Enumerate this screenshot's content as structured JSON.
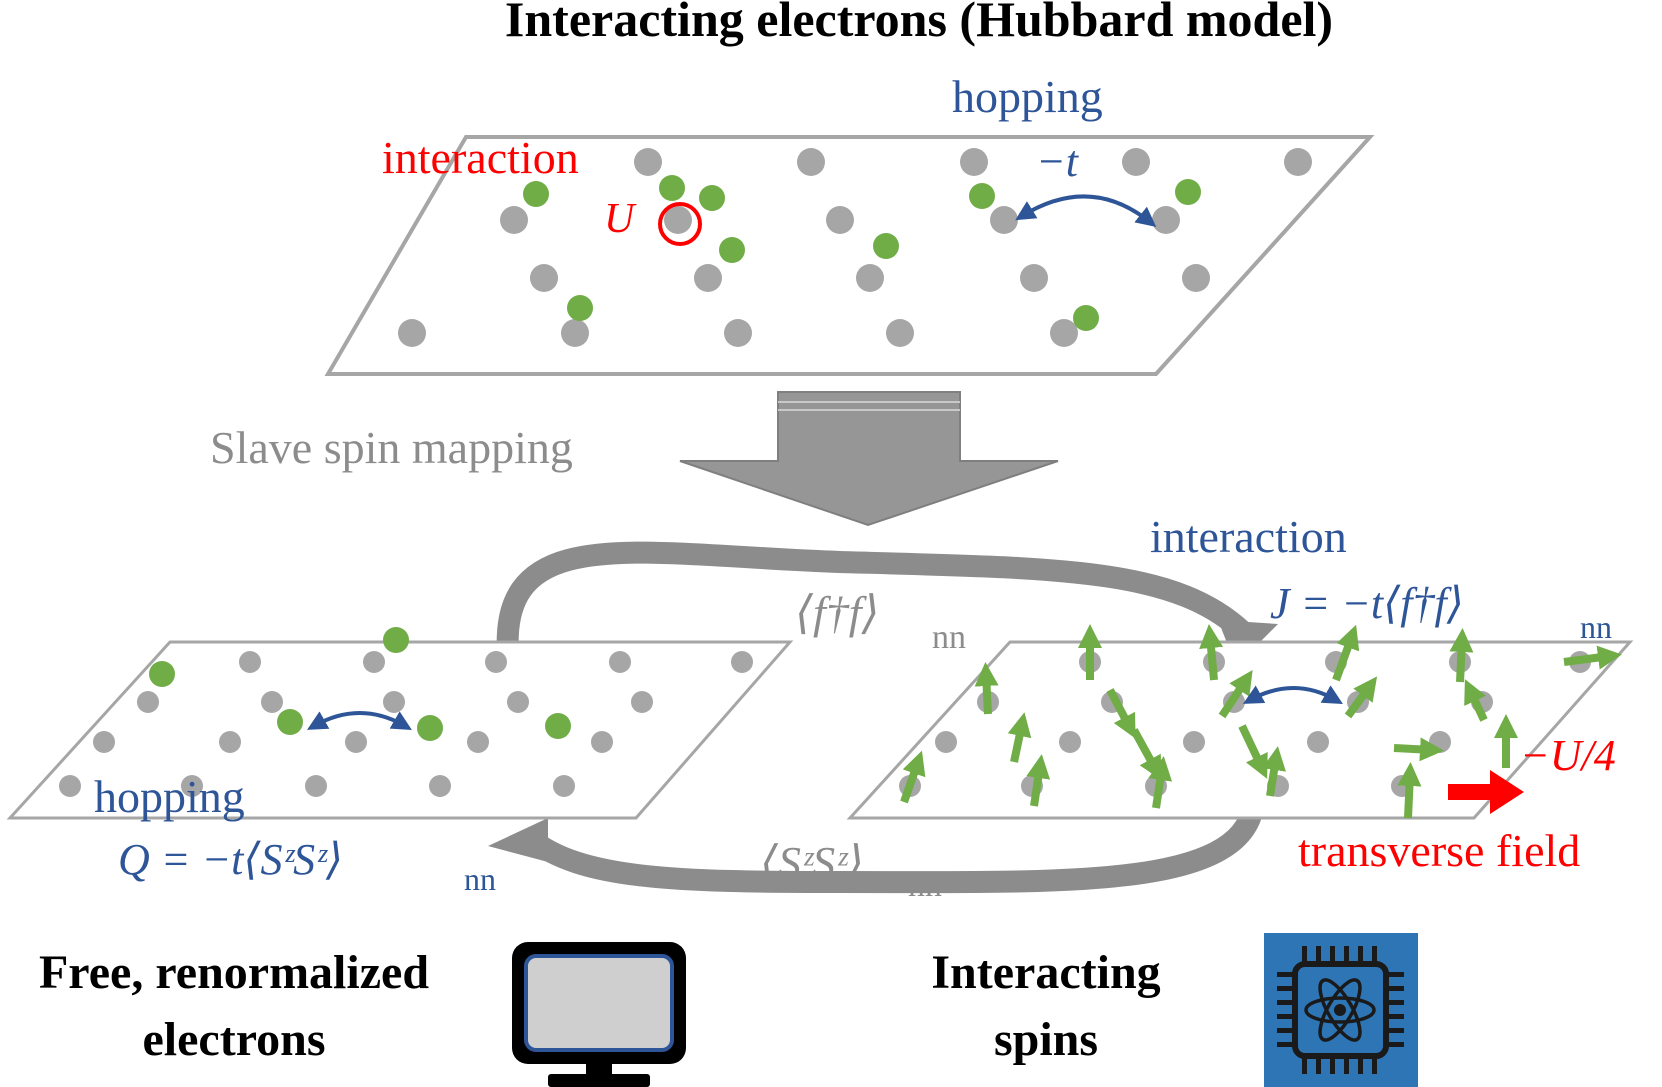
{
  "title": "Interacting electrons (Hubbard model)",
  "top_panel": {
    "interaction_label": "interaction",
    "interaction_symbol": "U",
    "hopping_label": "hopping",
    "hopping_symbol": "−t"
  },
  "mapping_label": "Slave spin mapping",
  "cycle": {
    "top_expectation": "⟨f†f⟩",
    "top_subscript": "nn",
    "bottom_expectation": "⟨SᶻSᶻ⟩",
    "bottom_subscript": "nn"
  },
  "left_panel": {
    "hopping_label": "hopping",
    "hopping_formula": "Q = −t⟨SᶻSᶻ⟩",
    "hopping_subscript": "nn"
  },
  "right_panel": {
    "interaction_label": "interaction",
    "interaction_formula": "J = −t⟨f†f⟩",
    "interaction_subscript": "nn",
    "field_value": "−U/4",
    "field_label": "transverse field"
  },
  "bottom": {
    "left_caption_line1": "Free, renormalized",
    "left_caption_line2": "electrons",
    "left_icon": "computer-monitor-icon",
    "right_caption_line1": "Interacting",
    "right_caption_line2": "spins",
    "right_icon": "quantum-chip-icon"
  },
  "colors": {
    "site": "#a6a6a6",
    "electron": "#70ad47",
    "spin_arrow": "#70ad47",
    "blue": "#2e5597",
    "red": "#ff0000",
    "grey_arrow": "#8c8c8c",
    "chip_bg": "#2e75b6"
  }
}
